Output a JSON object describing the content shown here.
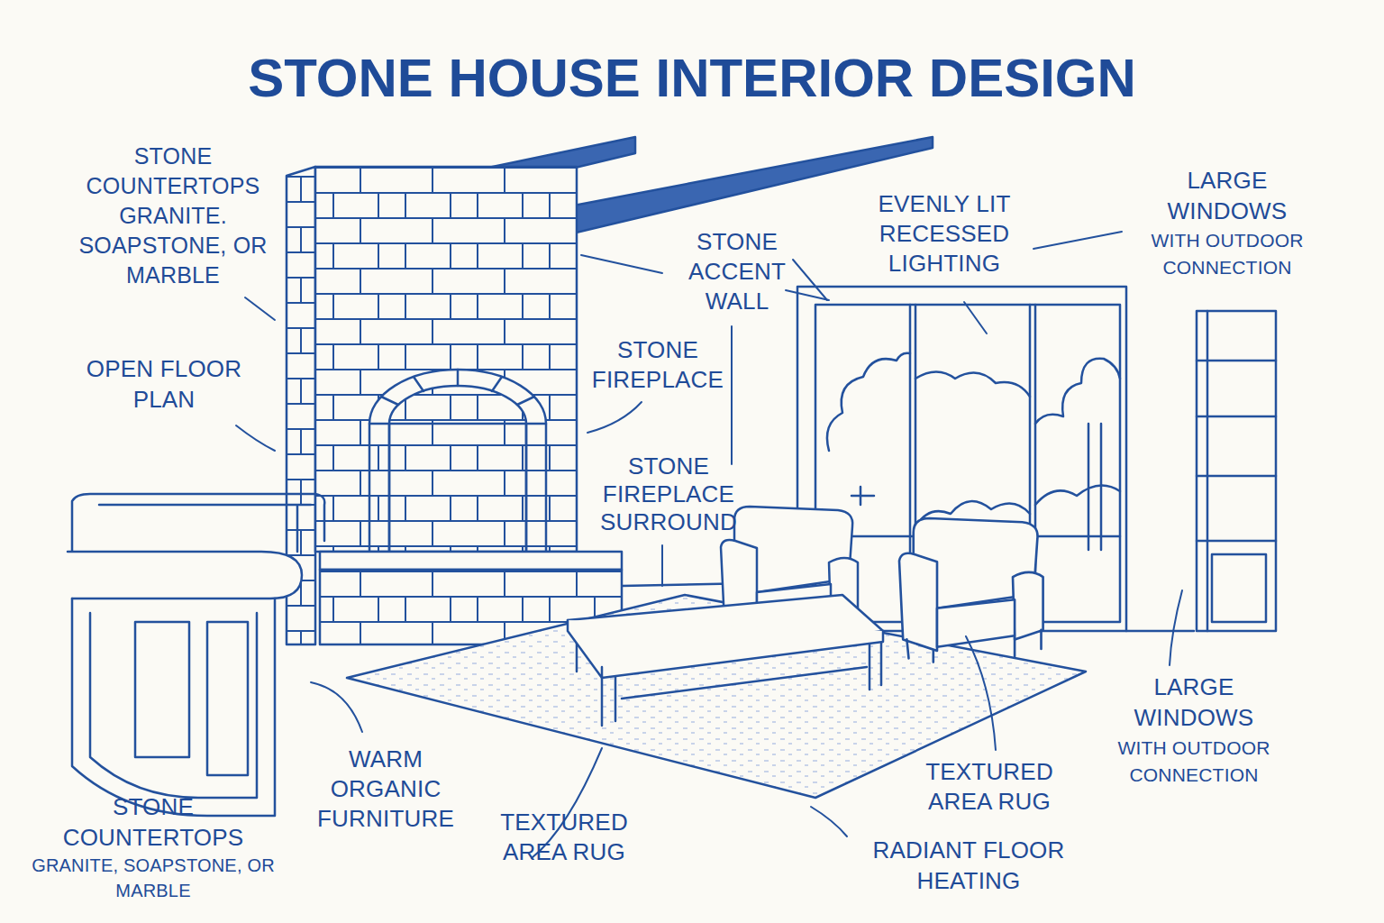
{
  "diagram": {
    "title": "STONE HOUSE INTERIOR DESIGN",
    "labels": [
      "STONE COUNTERTOPS GRANITE. SOAPSTONE, OR MARBLE",
      "LARGE WINDOWS",
      "EVENLY LIT RECESSED LIGHTING",
      "STONE ACCENT WALL",
      "WITH OUTDOOR CONNECTION",
      "STONE FIREPLACE",
      "OPEN FLOOR PLAN",
      "STONE FIREPLACE SURROUND",
      "LARGE WINDOWS",
      "WITH OUTDOOR CONNECTION",
      "WARM ORGANIC FURNITURE",
      "TEXTURED AREA RUG",
      "STONE COUNTERTOPS",
      "TEXTURED AREA RUG",
      "RADIANT FLOOR HEATING",
      "GRANITE, SOAPSTONE, OR MARBLE"
    ]
  }
}
